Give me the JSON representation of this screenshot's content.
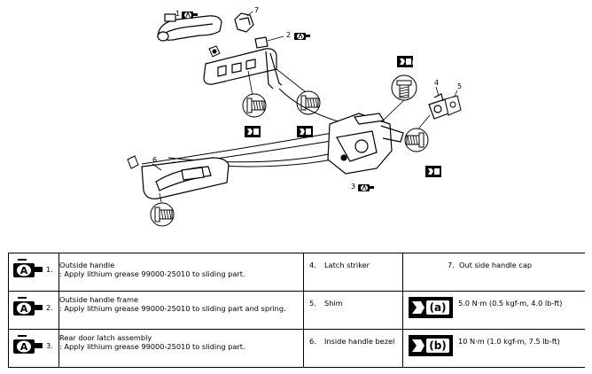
{
  "diagram": {
    "callouts": [
      "1",
      "2",
      "3",
      "4",
      "5",
      "6",
      "7"
    ],
    "torque_marks": [
      "(a)",
      "(b)"
    ]
  },
  "legend": {
    "rows": [
      {
        "num": "1.",
        "text": "Outside handle\n: Apply lithium grease 99000-25010 to sliding part.",
        "num2": "4.",
        "text2": "Latch striker",
        "num3": "7.",
        "text3": "Out side handle cap"
      },
      {
        "num": "2.",
        "text": "Outside handle frame\n: Apply lithium grease 99000-25010 to sliding part and spring.",
        "num2": "5.",
        "text2": "Shim",
        "torque_mark": "(a)",
        "torque_text": "5.0 N·m (0.5 kgf-m, 4.0 lb-ft)"
      },
      {
        "num": "3.",
        "text": "Rear door latch assembly\n: Apply lithium grease 99000-25010 to sliding part.",
        "num2": "6.",
        "text2": "Inside handle bezel",
        "torque_mark": "(b)",
        "torque_text": "10 N·m (1.0 kgf-m, 7.5 lb-ft)"
      }
    ],
    "grease_icon_letter": "A"
  }
}
